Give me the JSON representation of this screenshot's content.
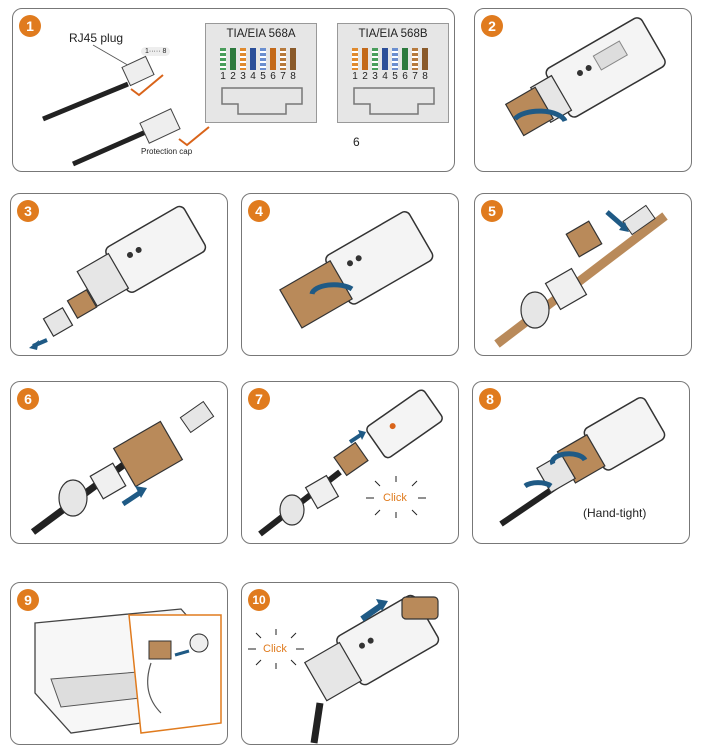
{
  "steps": [
    {
      "number": "1"
    },
    {
      "number": "2"
    },
    {
      "number": "3"
    },
    {
      "number": "4"
    },
    {
      "number": "5"
    },
    {
      "number": "6"
    },
    {
      "number": "7"
    },
    {
      "number": "8"
    },
    {
      "number": "9"
    },
    {
      "number": "10"
    }
  ],
  "step1": {
    "plug_label": "RJ45 plug",
    "plug_pin_label": "1····· 8",
    "cap_label": "Protection cap",
    "standard_a": "TIA/EIA 568A",
    "standard_b": "TIA/EIA 568B",
    "pin_numbers": [
      "1",
      "2",
      "3",
      "4",
      "5",
      "6",
      "7",
      "8"
    ],
    "footnote": "6",
    "wire_colors_a": [
      "#4a9e5c",
      "#2d7a3e",
      "#e08a2e",
      "#2a4f9a",
      "#6a8fd0",
      "#c46a1a",
      "#b77a3c",
      "#8a5a2a"
    ],
    "wire_colors_b": [
      "#e08a2e",
      "#c46a1a",
      "#4a9e5c",
      "#2a4f9a",
      "#6a8fd0",
      "#2d7a3e",
      "#b77a3c",
      "#8a5a2a"
    ]
  },
  "step7": {
    "click_label": "Click"
  },
  "step8": {
    "note": "(Hand-tight)"
  },
  "step10": {
    "click_label": "Click"
  },
  "colors": {
    "badge": "#e07b1e",
    "arrow": "#1f5a85",
    "bronze": "#b98a5a",
    "check": "#d9641a"
  }
}
